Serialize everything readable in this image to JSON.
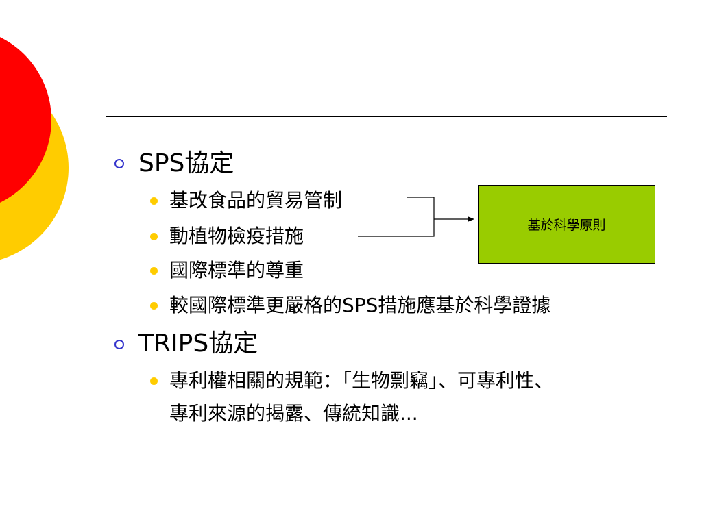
{
  "colors": {
    "red_circle": "#ff0000",
    "yellow_circle": "#ffcc00",
    "sub_bullet": "#ffcc00",
    "main_bullet": "#3333cc",
    "callout_fill": "#99cc00"
  },
  "slide": {
    "items": [
      {
        "label": "SPS協定",
        "sub_items": [
          "基改食品的貿易管制",
          "動植物檢疫措施",
          "國際標準的尊重",
          "較國際標準更嚴格的SPS措施應基於科學證據"
        ]
      },
      {
        "label": "TRIPS協定",
        "sub_items": [
          "專利權相關的規範：「生物剽竊」、可專利性、",
          "專利來源的揭露、傳統知識..."
        ]
      }
    ],
    "callout": "基於科學原則"
  }
}
